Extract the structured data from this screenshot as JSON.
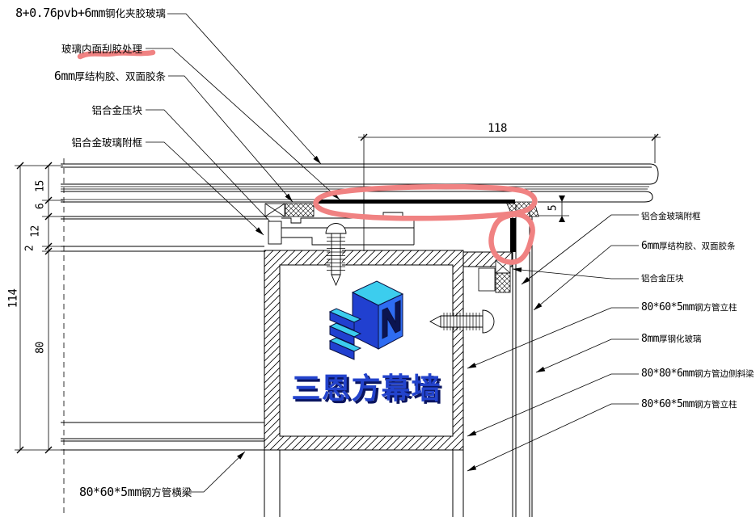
{
  "drawing": {
    "labels_left": [
      {
        "pre": "8+0.76pvb+6mm",
        "cjk": "钢化夹胶玻璃"
      },
      {
        "pre": "",
        "cjk": "玻璃内面刮胶处理"
      },
      {
        "pre": "6mm",
        "cjk": "厚结构胶、双面胶条"
      },
      {
        "pre": "",
        "cjk": "铝合金压块"
      },
      {
        "pre": "",
        "cjk": "铝合金玻璃附框"
      }
    ],
    "labels_right": [
      {
        "pre": "",
        "cjk": "铝合金玻璃附框"
      },
      {
        "pre": "6mm",
        "cjk": "厚结构胶、双面胶条"
      },
      {
        "pre": "",
        "cjk": "铝合金压块"
      },
      {
        "pre": "80*60*5mm",
        "cjk": "钢方管立柱"
      },
      {
        "pre": "8mm",
        "cjk": "厚钢化玻璃"
      },
      {
        "pre": "80*80*6mm",
        "cjk": "钢方管边侧斜梁"
      },
      {
        "pre": "80*60*5mm",
        "cjk": "钢方管立柱"
      }
    ],
    "label_bottom": {
      "pre": "80*60*5mm",
      "cjk": "钢方管横梁"
    },
    "dimensions": {
      "top_width": "118",
      "edge_gap": "5",
      "left_total": "114",
      "left_chain": [
        "15",
        "6",
        "12",
        "2",
        "80"
      ]
    },
    "logo": {
      "text": "三恩方幕墙"
    },
    "colors": {
      "annotation_red": "#f08282",
      "logo_cyan": "#3ccdee",
      "logo_blue_light": "#2e6cf2",
      "logo_blue": "#2140d0",
      "logo_navy": "#0c1450",
      "logo_text_blue": "#2343cc"
    }
  }
}
